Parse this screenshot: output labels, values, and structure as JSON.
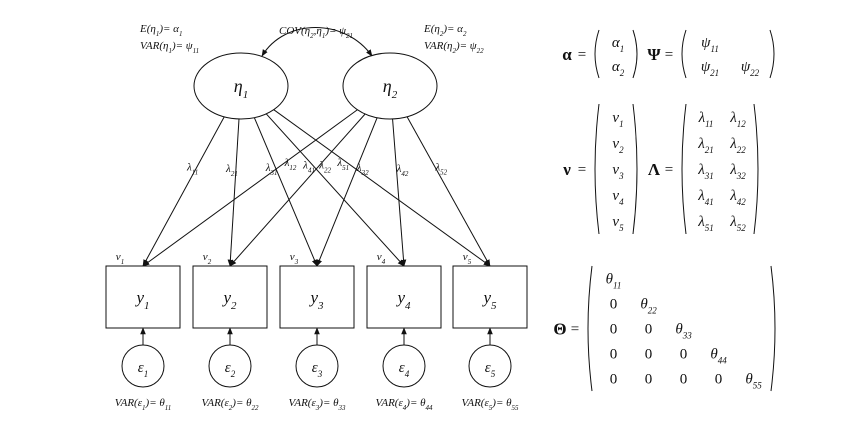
{
  "factors": [
    {
      "symbol": "η",
      "sub": "1",
      "mean": "E(η1)= α1",
      "var": "VAR(η1)= ψ11"
    },
    {
      "symbol": "η",
      "sub": "2",
      "mean": "E(η2)= α2",
      "var": "VAR(η2)= ψ22"
    }
  ],
  "covariance_label": "COV(η2,η1)= ψ21",
  "indicators": [
    {
      "label": "y",
      "sub": "1",
      "intercept": "ν1",
      "error": "ε1",
      "error_var": "VAR(ε1)= θ11"
    },
    {
      "label": "y",
      "sub": "2",
      "intercept": "ν2",
      "error": "ε2",
      "error_var": "VAR(ε2)= θ22"
    },
    {
      "label": "y",
      "sub": "3",
      "intercept": "ν3",
      "error": "ε3",
      "error_var": "VAR(ε3)= θ33"
    },
    {
      "label": "y",
      "sub": "4",
      "intercept": "ν4",
      "error": "ε4",
      "error_var": "VAR(ε4)= θ44"
    },
    {
      "label": "y",
      "sub": "5",
      "intercept": "ν5",
      "error": "ε5",
      "error_var": "VAR(ε5)= θ55"
    }
  ],
  "loadings": [
    {
      "from": 0,
      "to": 0,
      "label": "λ11"
    },
    {
      "from": 0,
      "to": 1,
      "label": "λ21"
    },
    {
      "from": 0,
      "to": 2,
      "label": "λ31"
    },
    {
      "from": 0,
      "to": 3,
      "label": "λ41"
    },
    {
      "from": 0,
      "to": 4,
      "label": "λ51"
    },
    {
      "from": 1,
      "to": 0,
      "label": "λ12"
    },
    {
      "from": 1,
      "to": 1,
      "label": "λ22"
    },
    {
      "from": 1,
      "to": 2,
      "label": "λ32"
    },
    {
      "from": 1,
      "to": 3,
      "label": "λ42"
    },
    {
      "from": 1,
      "to": 4,
      "label": "λ52"
    }
  ],
  "matrices": {
    "alpha": {
      "name": "α",
      "rows": [
        [
          "α1"
        ],
        [
          "α2"
        ]
      ]
    },
    "psi": {
      "name": "Ψ",
      "rows": [
        [
          "ψ11",
          ""
        ],
        [
          "ψ21",
          "ψ22"
        ]
      ]
    },
    "nu": {
      "name": "ν",
      "rows": [
        [
          "ν1"
        ],
        [
          "ν2"
        ],
        [
          "ν3"
        ],
        [
          "ν4"
        ],
        [
          "ν5"
        ]
      ]
    },
    "lambda": {
      "name": "Λ",
      "rows": [
        [
          "λ11",
          "λ12"
        ],
        [
          "λ21",
          "λ22"
        ],
        [
          "λ31",
          "λ32"
        ],
        [
          "λ41",
          "λ42"
        ],
        [
          "λ51",
          "λ52"
        ]
      ]
    },
    "theta": {
      "name": "Θ",
      "rows": [
        [
          "θ11",
          "",
          "",
          "",
          ""
        ],
        [
          "0",
          "θ22",
          "",
          "",
          ""
        ],
        [
          "0",
          "0",
          "θ33",
          "",
          ""
        ],
        [
          "0",
          "0",
          "0",
          "θ44",
          ""
        ],
        [
          "0",
          "0",
          "0",
          "0",
          "θ55"
        ]
      ]
    },
    "equals": "="
  }
}
